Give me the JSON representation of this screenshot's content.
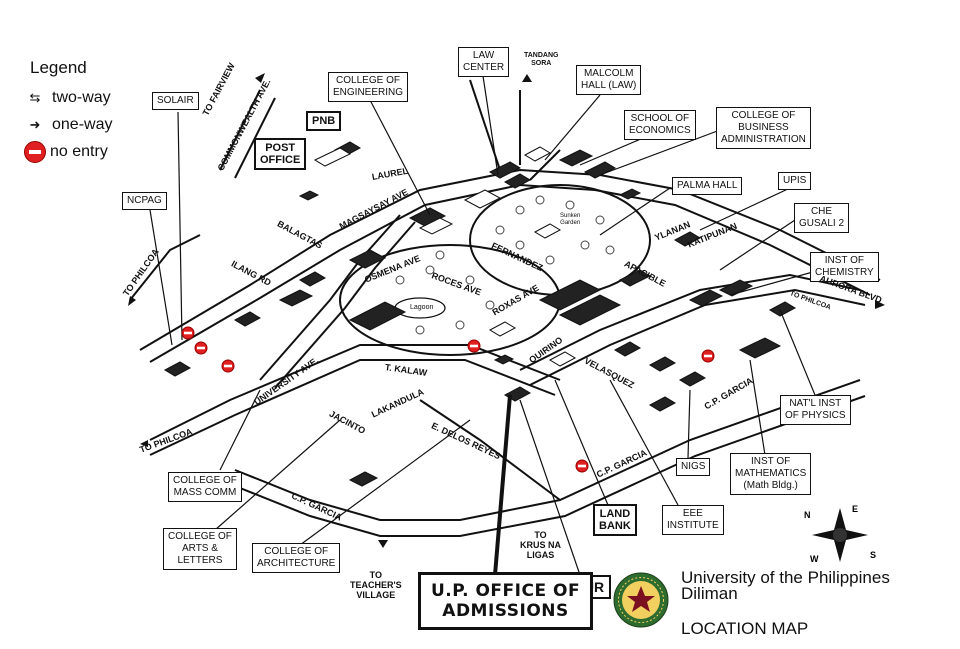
{
  "legend": {
    "title": "Legend",
    "items": [
      {
        "symbol": "two-way-icon",
        "label": "two-way"
      },
      {
        "symbol": "one-way-icon",
        "label": "one-way"
      },
      {
        "symbol": "no-entry-icon",
        "label": "no entry"
      }
    ]
  },
  "buildings": {
    "solair": "SOLAIR",
    "ncpag": "NCPAG",
    "post_office": "POST\nOFFICE",
    "pnb": "PNB",
    "college_engineering": "COLLEGE OF\nENGINEERING",
    "law_center": "LAW\nCENTER",
    "malcolm_hall": "MALCOLM\nHALL (LAW)",
    "school_economics": "SCHOOL OF\nECONOMICS",
    "college_business": "COLLEGE OF\nBUSINESS\nADMINISTRATION",
    "palma_hall": "PALMA HALL",
    "upis": "UPIS",
    "che_gusali": "CHE\nGUSALI 2",
    "inst_chemistry": "INST OF\nCHEMISTRY",
    "natl_inst_physics": "NAT'L INST\nOF PHYSICS",
    "inst_mathematics": "INST OF\nMATHEMATICS\n(Math Bldg.)",
    "nigs": "NIGS",
    "eee_institute": "EEE\nINSTITUTE",
    "land_bank": "LAND\nBANK",
    "our": "OUR",
    "admissions": "U.P. OFFICE OF\nADMISSIONS",
    "college_mass_comm": "COLLEGE OF\nMASS COMM",
    "college_arts_letters": "COLLEGE OF\nARTS &\nLETTERS",
    "college_architecture": "COLLEGE OF\nARCHITECTURE"
  },
  "places": {
    "tandang_sora": "TANDANG\nSORA",
    "to_fairview": "TO\nFAIRVIEW",
    "commonwealth": "COMMONWEALTH AVE.",
    "to_philcoa_top": "TO\nPHILCOA",
    "to_philcoa_bottom": "TO\nPHILCOA",
    "to_krus_na_ligas": "TO\nKRUS NA\nLIGAS",
    "to_teachers_village": "TO\nTEACHER'S\nVILLAGE",
    "aurora_blvd": "AURORA BLVD",
    "to_philcoa_right": "TO PHILCOA",
    "lagoon": "Lagoon",
    "sunken_garden": "Sunken\nGarden"
  },
  "streets": {
    "laurel": "LAUREL",
    "balagtas": "BALAGTAS",
    "magsaysay": "MAGSAYSAY AVE",
    "ilang_ilang": "ILANG RD",
    "osmena": "OSMENA AVE",
    "roces": "ROCES AVE",
    "fernandez": "FERNANDEZ",
    "roxas": "ROXAS AVE",
    "apacible": "APACIBLE",
    "quirino": "QUIRINO",
    "velasquez": "VELASQUEZ",
    "katipunan": "KATIPUNAN",
    "ylanan": "YLANAN",
    "t_kalaw": "T. KALAW",
    "university_ave": "UNIVERSITY AVE.",
    "jacinto": "JACINTO",
    "lakandula": "LAKANDULA",
    "delos_reyes": "E. DELOS REYES",
    "cp_garcia_right": "C.P. GARCIA",
    "cp_garcia_mid": "C.P. GARCIA",
    "cp_garcia_left": "C.P. GARCIA"
  },
  "title": {
    "university": "University of the Philippines\nDiliman",
    "subtitle": "LOCATION MAP"
  },
  "compass": {
    "n": "N",
    "e": "E",
    "s": "S",
    "w": "W"
  },
  "colors": {
    "ink": "#111111",
    "no_entry": "#e02020",
    "seal_green": "#2e6b2e",
    "seal_maroon": "#7a1020"
  }
}
